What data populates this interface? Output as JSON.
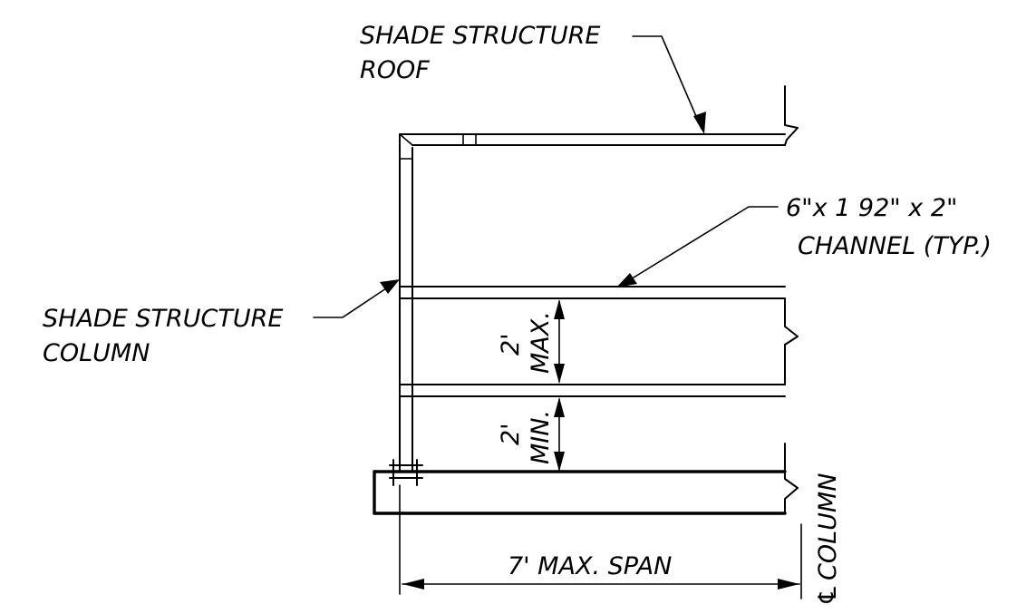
{
  "labels": {
    "roof_line1": "SHADE STRUCTURE",
    "roof_line2": "ROOF",
    "channel_line1": "6\"x 1 92\" x 2\"",
    "channel_line2": "CHANNEL (TYP.)",
    "column_line1": "SHADE STRUCTURE",
    "column_line2": "COLUMN",
    "dim_upper_value": "2'",
    "dim_upper_qual": "MAX.",
    "dim_lower_value": "2'",
    "dim_lower_qual": "MIN.",
    "span": "7' MAX. SPAN",
    "centerline_symbol": "℄",
    "centerline_label": "COLUMN"
  }
}
